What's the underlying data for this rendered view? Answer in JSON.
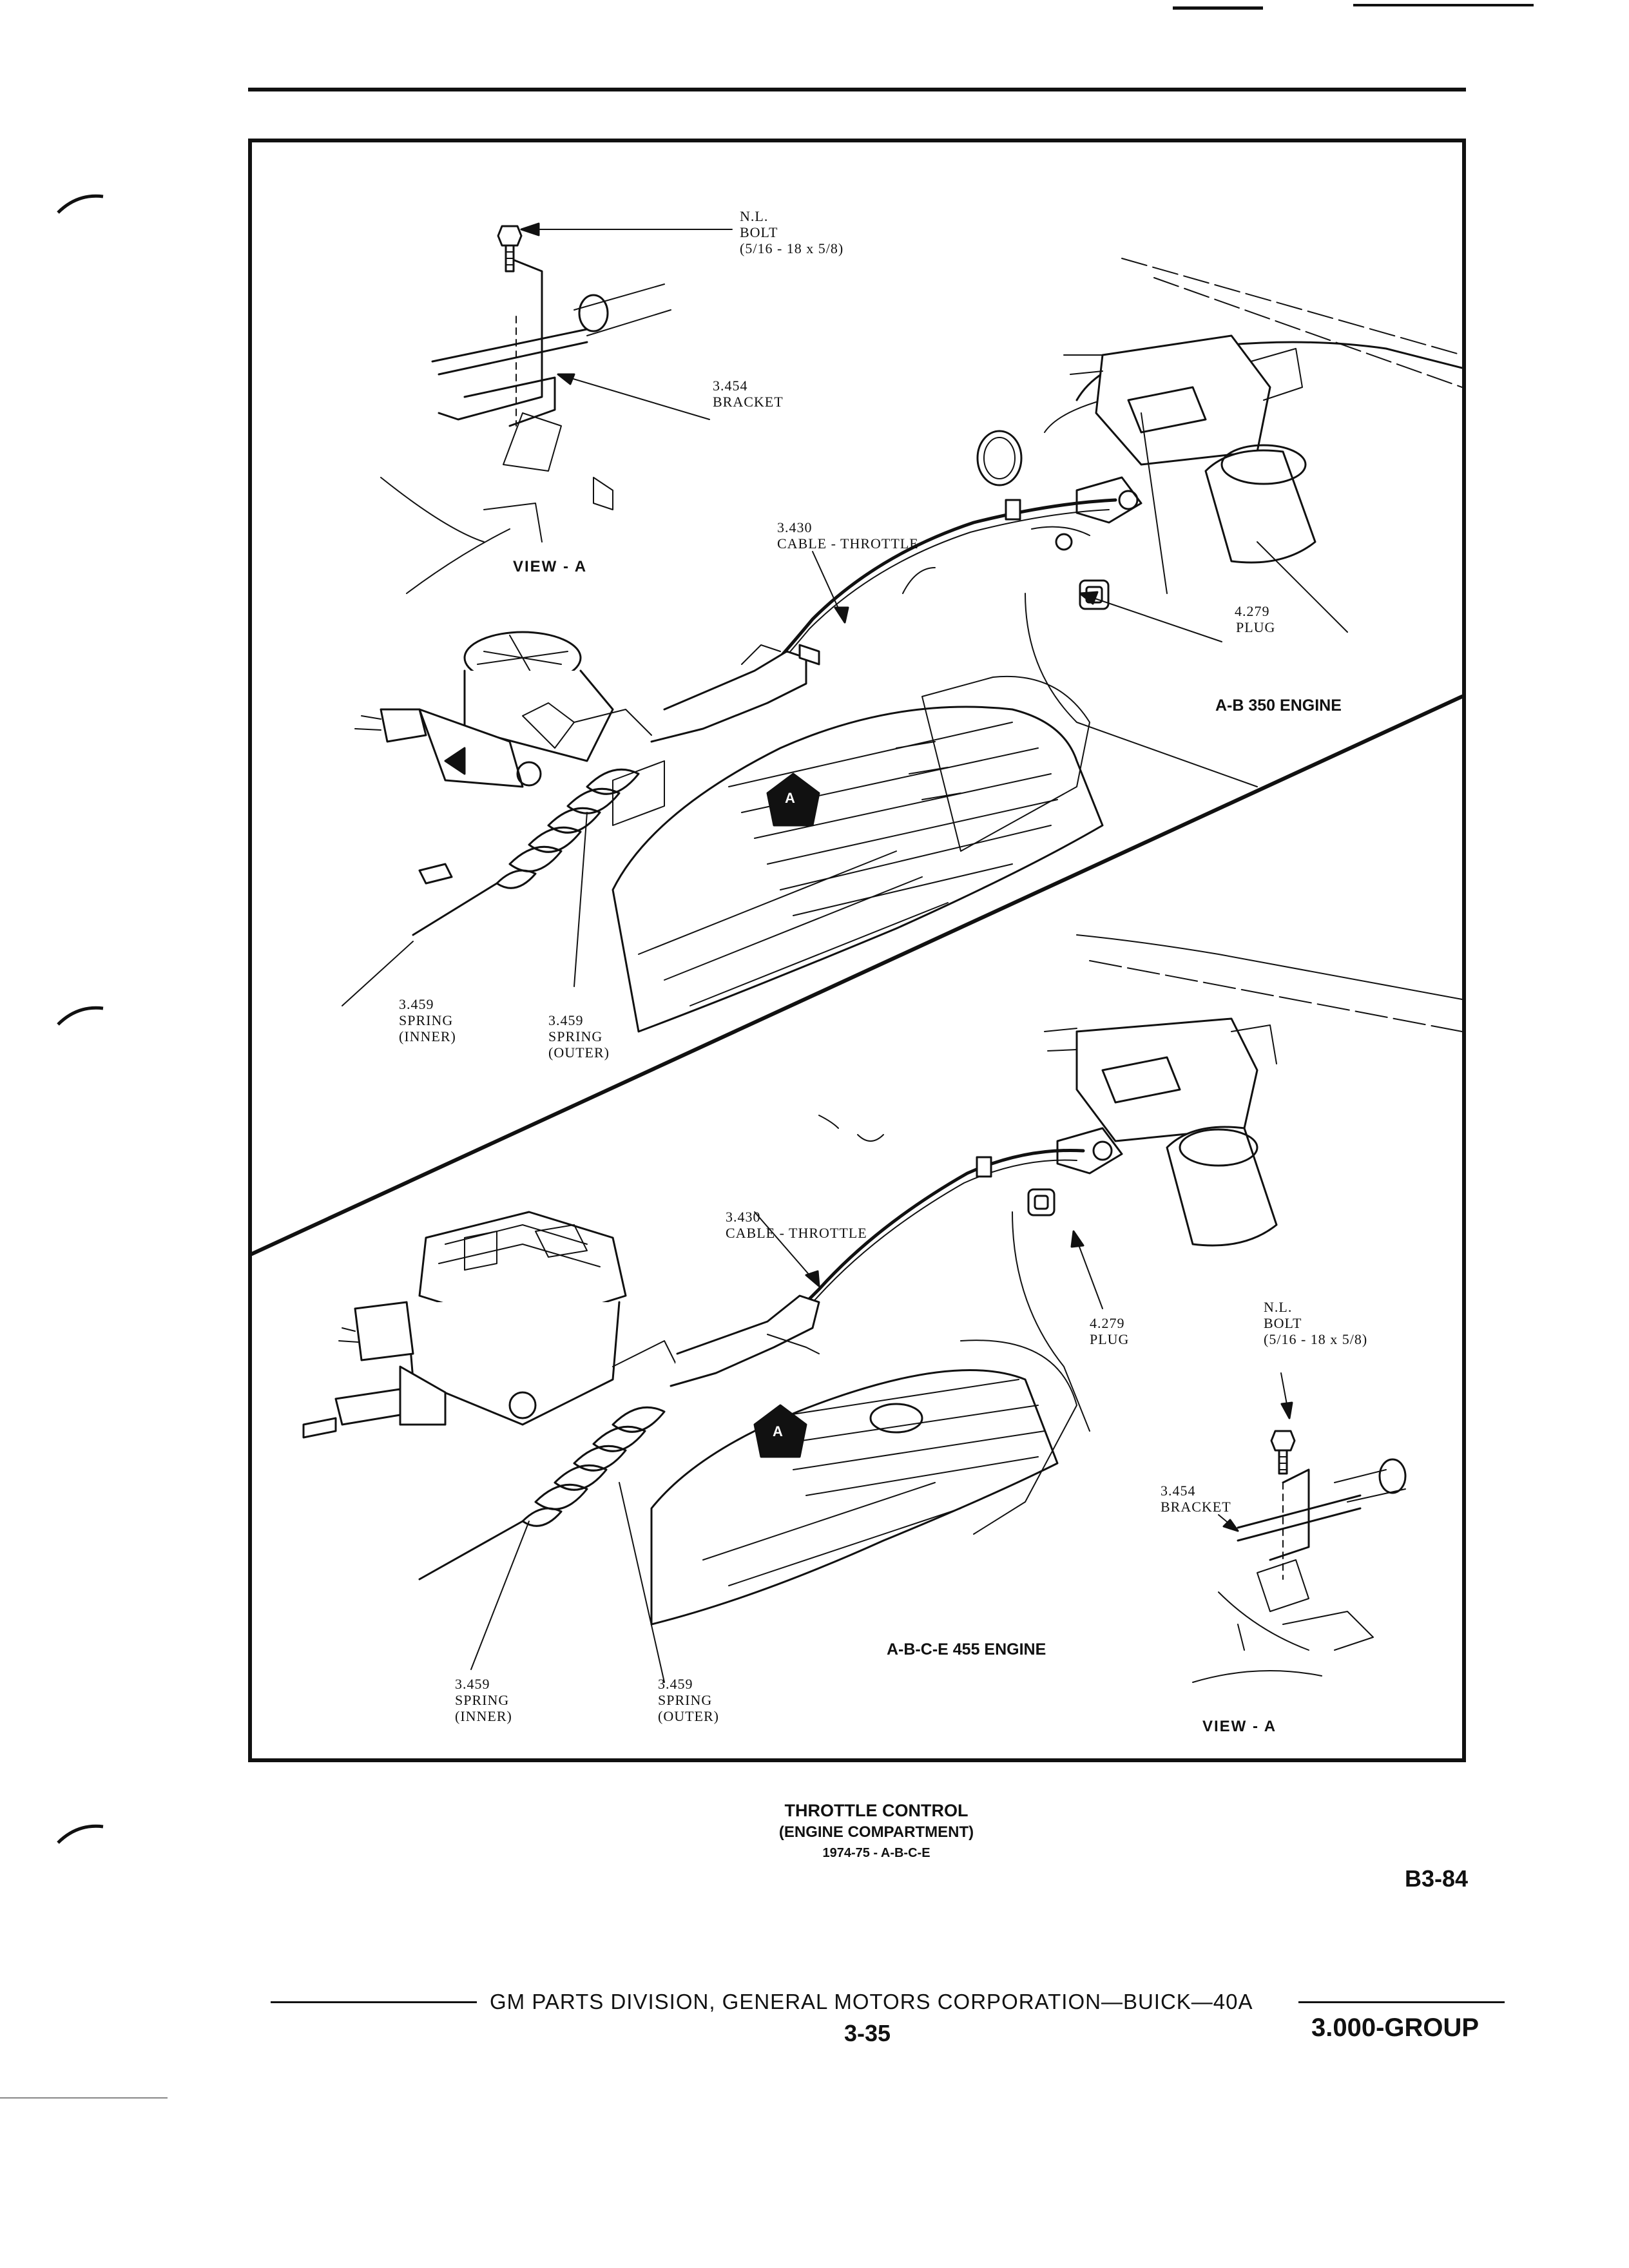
{
  "diagram": {
    "upper": {
      "bolt_label": [
        "N.L.",
        "BOLT",
        "(5/16 - 18 x 5/8)"
      ],
      "bracket_label": [
        "3.454",
        "BRACKET"
      ],
      "view_label": "VIEW - A",
      "cable_label": [
        "3.430",
        "CABLE - THROTTLE"
      ],
      "plug_label": [
        "4.279",
        "PLUG"
      ],
      "engine_label": "A-B 350 ENGINE",
      "spring_inner_label": [
        "3.459",
        "SPRING",
        "(INNER)"
      ],
      "spring_outer_label": [
        "3.459",
        "SPRING",
        "(OUTER)"
      ],
      "marker": "A"
    },
    "lower": {
      "cable_label": [
        "3.430",
        "CABLE - THROTTLE"
      ],
      "plug_label": [
        "4.279",
        "PLUG"
      ],
      "bolt_label": [
        "N.L.",
        "BOLT",
        "(5/16 - 18 x 5/8)"
      ],
      "bracket_label": [
        "3.454",
        "BRACKET"
      ],
      "engine_label": "A-B-C-E 455 ENGINE",
      "spring_inner_label": [
        "3.459",
        "SPRING",
        "(INNER)"
      ],
      "spring_outer_label": [
        "3.459",
        "SPRING",
        "(OUTER)"
      ],
      "view_label": "VIEW - A",
      "marker": "A"
    }
  },
  "caption": {
    "title": "THROTTLE CONTROL",
    "subtitle": "(ENGINE COMPARTMENT)",
    "years": "1974-75 - A-B-C-E"
  },
  "figure_number": "B3-84",
  "footer": {
    "text": "GM PARTS DIVISION, GENERAL MOTORS CORPORATION—BUICK—40A",
    "page": "3-35",
    "group": "3.000-GROUP"
  }
}
